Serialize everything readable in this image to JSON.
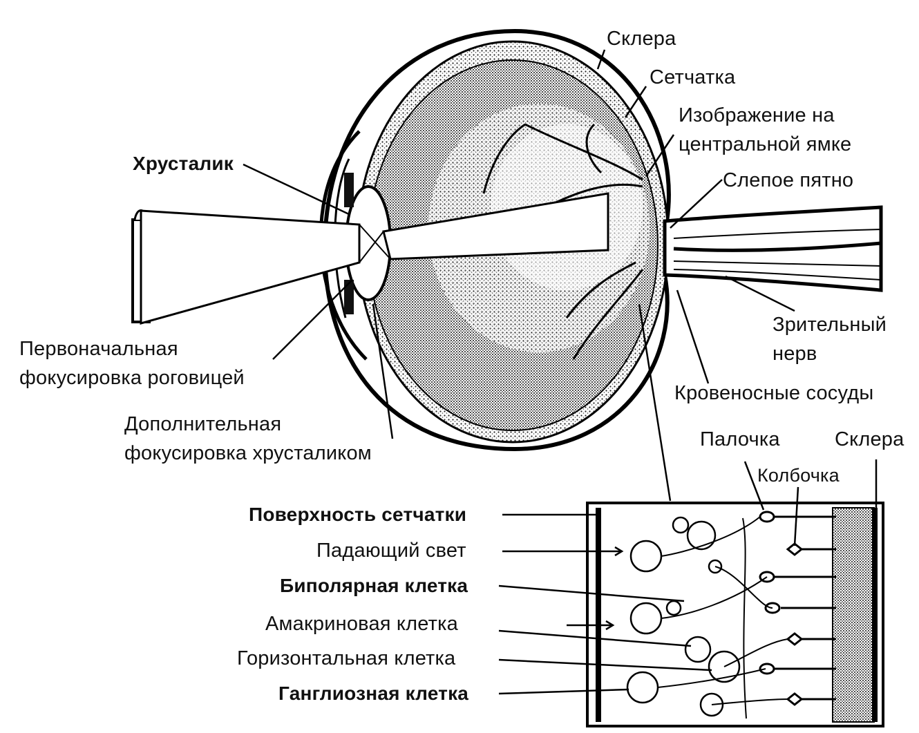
{
  "labels": {
    "sclera_top": "Склера",
    "retina": "Сетчатка",
    "fovea_image_line1": "Изображение на",
    "fovea_image_line2": "центральной ямке",
    "lens": "Хрусталик",
    "blind_spot": "Слепое пятно",
    "optic_nerve_line1": "Зрительный",
    "optic_nerve_line2": "нерв",
    "blood_vessels": "Кровеносные сосуды",
    "cornea_focus_line1": "Первоначальная",
    "cornea_focus_line2": "фокусировка роговицей",
    "lens_focus_line1": "Дополнительная",
    "lens_focus_line2": "фокусировка хрусталиком",
    "rod": "Палочка",
    "sclera_inset": "Склера",
    "cone": "Колбочка",
    "retina_surface": "Поверхность сетчатки",
    "incident_light": "Падающий свет",
    "bipolar_cell": "Биполярная клетка",
    "amacrine_cell": "Амакриновая клетка",
    "horizontal_cell": "Горизонтальная клетка",
    "ganglion_cell": "Ганглиозная клетка"
  }
}
